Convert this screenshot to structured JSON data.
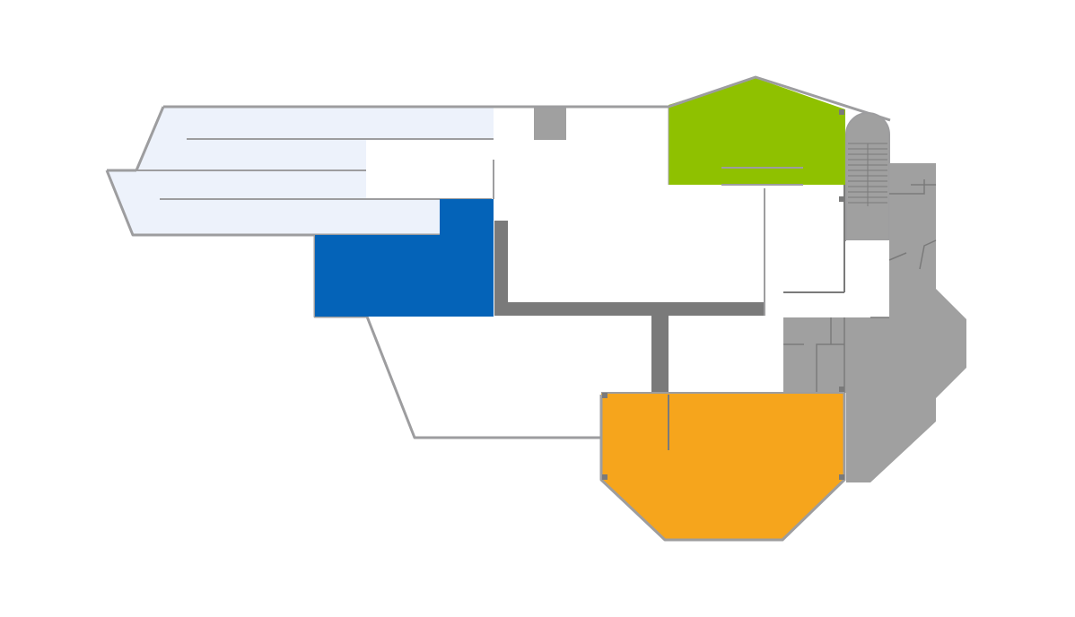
{
  "floorplan": {
    "title": "",
    "colors": {
      "background": "#ffffff",
      "outline": "#9d9d9f",
      "corridor": "#7a7a7a",
      "service": "#a0a0a0",
      "seating": "#edf2fb",
      "zone_blue": "#0463b8",
      "zone_green": "#8fc100",
      "zone_orange": "#f6a51c"
    },
    "zones": [
      {
        "id": "seating-area",
        "color": "#edf2fb"
      },
      {
        "id": "blue-zone",
        "color": "#0463b8"
      },
      {
        "id": "green-zone",
        "color": "#8fc100"
      },
      {
        "id": "orange-zone",
        "color": "#f6a51c"
      },
      {
        "id": "service-block",
        "color": "#a0a0a0"
      }
    ],
    "labels": []
  }
}
